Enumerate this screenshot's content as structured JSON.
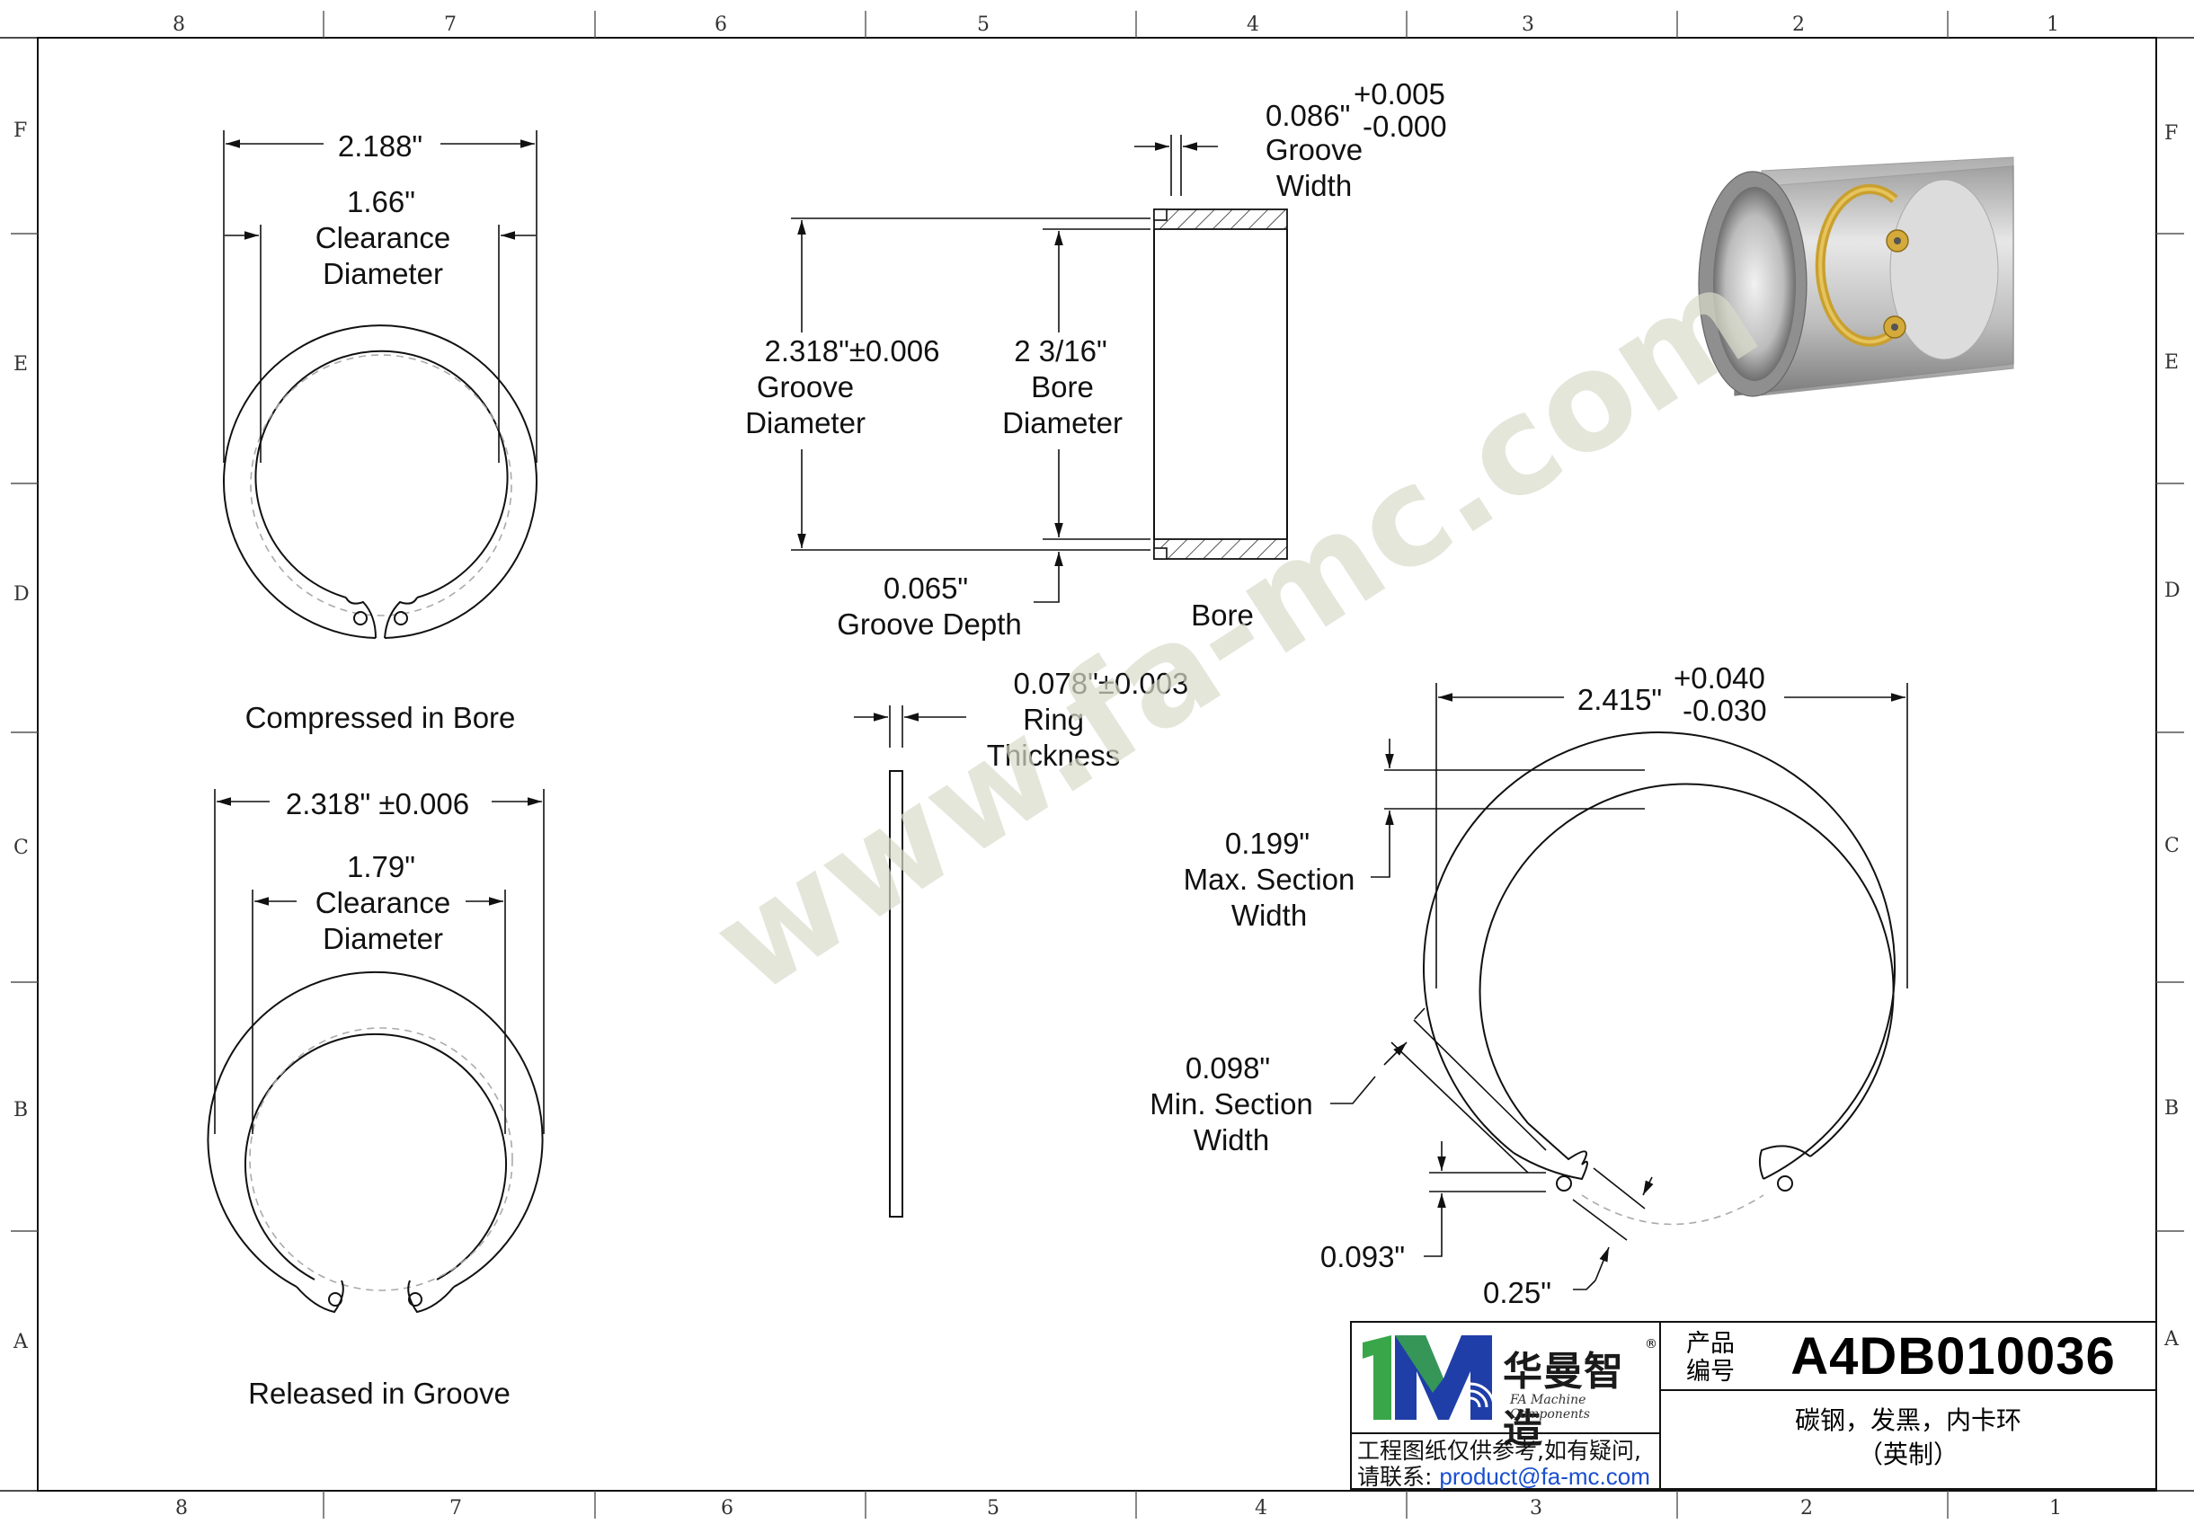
{
  "grid": {
    "columns": [
      "8",
      "7",
      "6",
      "5",
      "4",
      "3",
      "2",
      "1"
    ],
    "rows": [
      "F",
      "E",
      "D",
      "C",
      "B",
      "A"
    ]
  },
  "watermark": "www.fa-mc.com",
  "views": {
    "compressed": {
      "outer_dim": "2.188\"",
      "clearance_value": "1.66\"",
      "clearance_label_1": "Clearance",
      "clearance_label_2": "Diameter",
      "caption": "Compressed in Bore"
    },
    "released": {
      "outer_dim": "2.318\" ±0.006",
      "clearance_value": "1.79\"",
      "clearance_label_1": "Clearance",
      "clearance_label_2": "Diameter",
      "caption": "Released in Groove"
    },
    "bore": {
      "groove_width_value": "0.086\"",
      "groove_width_tol_plus": "+0.005",
      "groove_width_tol_minus": "-0.000",
      "groove_width_label_1": "Groove",
      "groove_width_label_2": "Width",
      "groove_dia_value": "2.318\"±0.006",
      "groove_dia_label_1": "Groove",
      "groove_dia_label_2": "Diameter",
      "bore_dia_value": "2 3/16\"",
      "bore_dia_label_1": "Bore",
      "bore_dia_label_2": "Diameter",
      "groove_depth_value": "0.065\"",
      "groove_depth_label": "Groove Depth",
      "caption": "Bore"
    },
    "thickness": {
      "value": "0.078\"±0.003",
      "label_1": "Ring",
      "label_2": "Thickness"
    },
    "free_ring": {
      "free_dia_value": "2.415\"",
      "free_dia_tol_plus": "+0.040",
      "free_dia_tol_minus": "-0.030",
      "max_section_value": "0.199\"",
      "max_section_label_1": "Max. Section",
      "max_section_label_2": "Width",
      "min_section_value": "0.098\"",
      "min_section_label_1": "Min. Section",
      "min_section_label_2": "Width",
      "lug_hole_value": "0.093\"",
      "gap_value": "0.25\""
    }
  },
  "title_block": {
    "brand_name": "华曼智造",
    "brand_sub": "FA Machine Components",
    "brand_mark": "1M",
    "note_line_1": "工程图纸仅供参考,如有疑问,",
    "note_line_2_label": "请联系:",
    "note_email": "product@fa-mc.com",
    "pn_label_1": "产品",
    "pn_label_2": "编号",
    "part_number": "A4DB010036",
    "desc_line_1": "碳钢，发黑，内卡环",
    "desc_line_2": "（英制）"
  },
  "colors": {
    "line": "#111111",
    "watermark": "#d9dccb",
    "email": "#1a4fd0",
    "logo_green": "#3aa64a",
    "logo_blue": "#1f3ea8",
    "ring_gold": "#c9a030"
  }
}
